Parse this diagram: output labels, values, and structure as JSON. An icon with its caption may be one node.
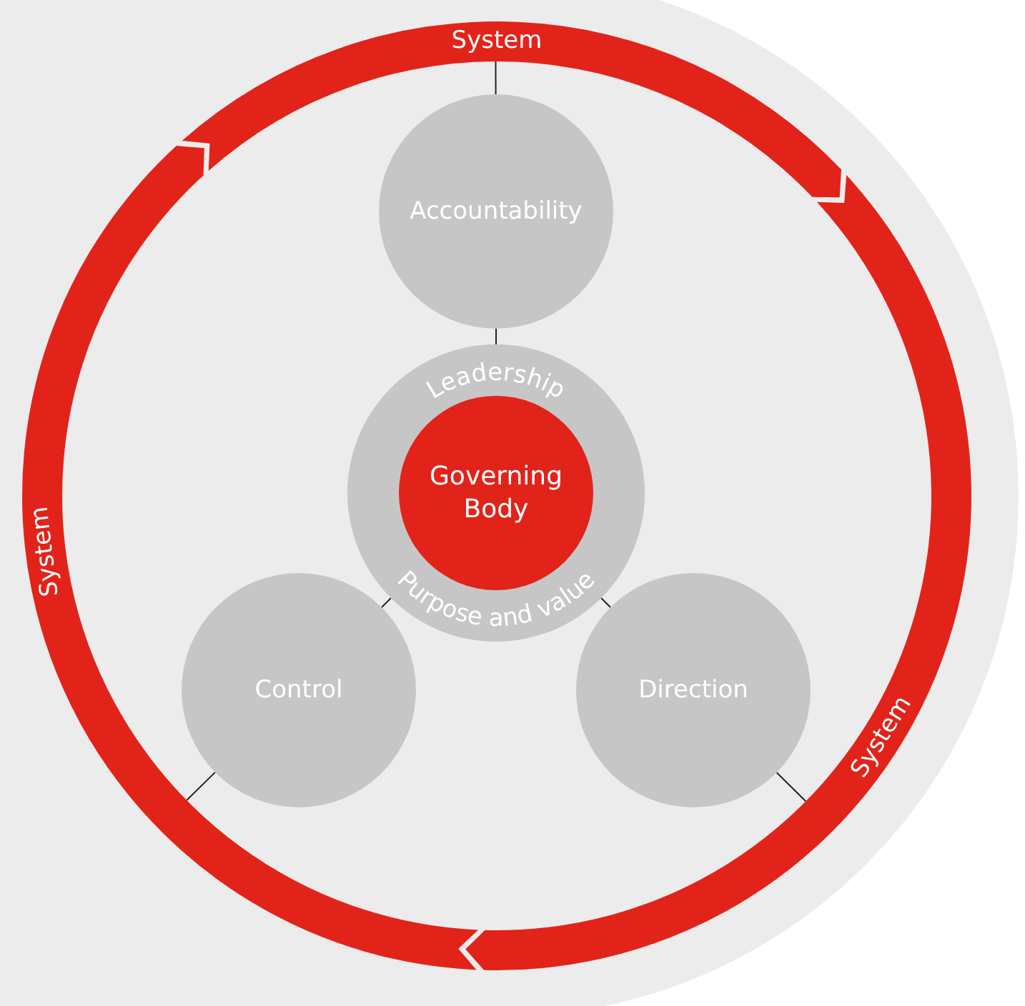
{
  "diagram": {
    "nodes": [
      {
        "text": [
          "Leadership",
          "Purpose and value"
        ]
      },
      {
        "text": [
          "Governing Body"
        ],
        "in": 0
      },
      {
        "text": [
          "Accountability"
        ]
      },
      {
        "text": [
          "Control"
        ]
      },
      {
        "text": [
          "Direction"
        ]
      },
      {
        "text": [
          "System"
        ]
      },
      {
        "text": [
          "System"
        ]
      },
      {
        "text": [
          "System"
        ]
      }
    ],
    "edges": [
      {
        "from": 5,
        "to": 2,
        "arrow": "none"
      },
      {
        "from": 2,
        "to": 0,
        "arrow": "none"
      },
      {
        "from": 0,
        "to": 3,
        "arrow": "none"
      },
      {
        "from": 0,
        "to": 4,
        "arrow": "none"
      },
      {
        "from": 3,
        "to": 7,
        "arrow": "none"
      },
      {
        "from": 4,
        "to": 6,
        "arrow": "none"
      }
    ]
  }
}
